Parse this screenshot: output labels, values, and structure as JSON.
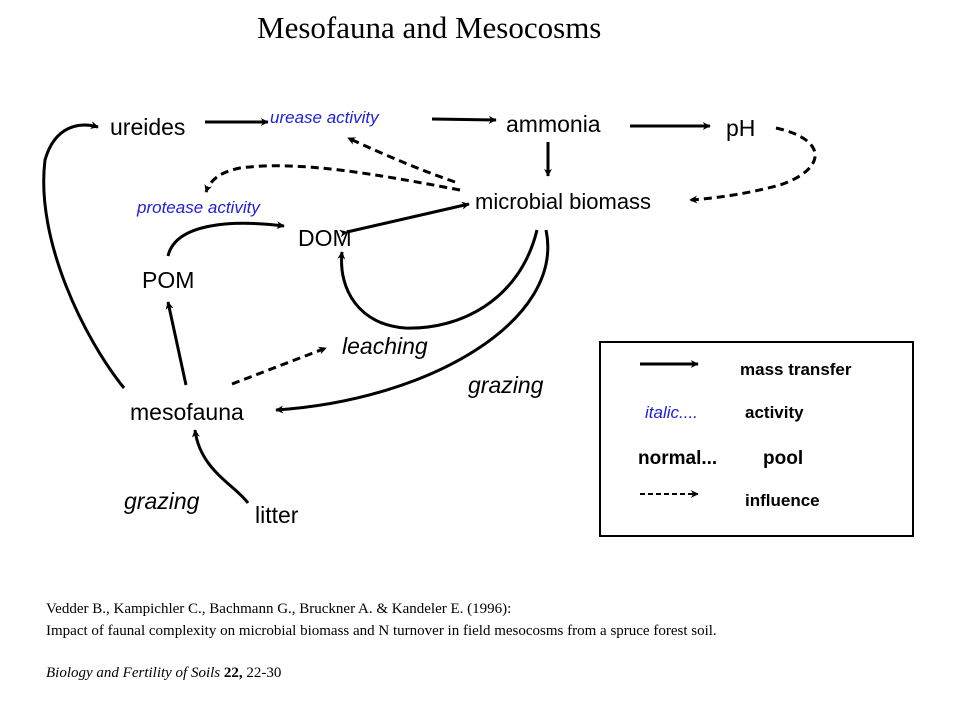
{
  "title": "Mesofauna and Mesocosms",
  "nodes": {
    "ureides": "ureides",
    "ammonia": "ammonia",
    "ph": "pH",
    "microbial_biomass": "microbial biomass",
    "dom": "DOM",
    "pom": "POM",
    "mesofauna": "mesofauna",
    "litter": "litter"
  },
  "activities": {
    "urease": "urease activity",
    "protease": "protease activity"
  },
  "processes": {
    "leaching": "leaching",
    "grazing_microbial": "grazing",
    "grazing_litter": "grazing"
  },
  "legend": {
    "mass_transfer": "mass transfer",
    "italic_sample": "italic....",
    "activity": "activity",
    "normal_sample": "normal...",
    "pool": "pool",
    "influence": "influence"
  },
  "reference": {
    "authors": "Vedder B., Kampichler C., Bachmann G., Bruckner A. & Kandeler E. (1996):",
    "article_title": "Impact of faunal complexity on microbial biomass and N turnover in field mesocosms from a spruce forest soil.",
    "journal": "Biology and Fertility of Soils",
    "volume": "22,",
    "pages": "22-30"
  },
  "colors": {
    "activity_text": "#1f1fd6",
    "lines": "#000000"
  }
}
